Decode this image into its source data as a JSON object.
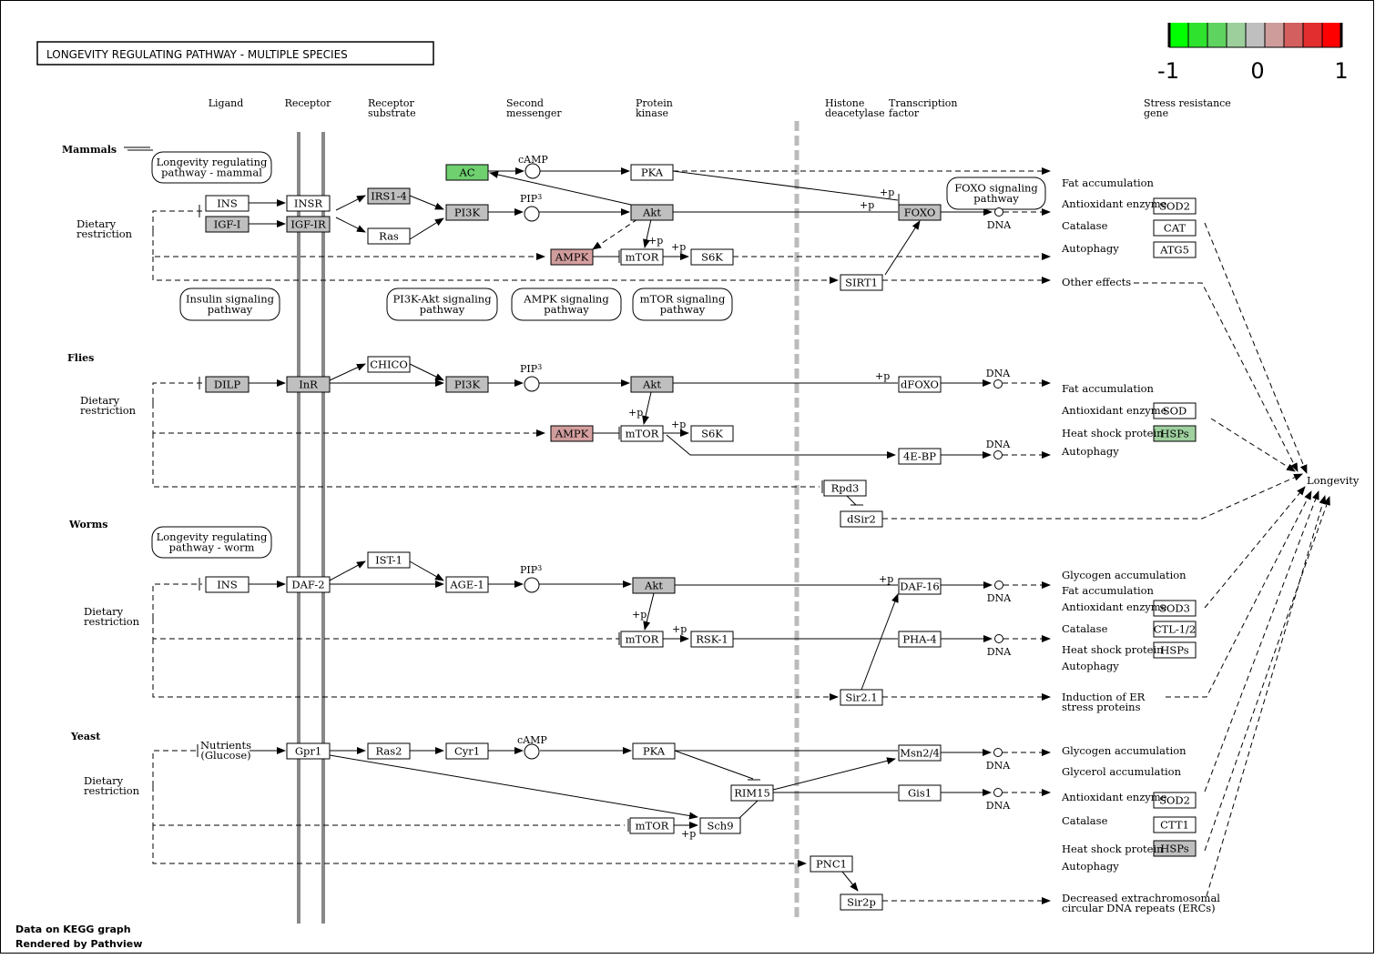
{
  "title": "LONGEVITY REGULATING  PATHWAY  -  MULTIPLE  SPECIES",
  "legend": {
    "labels": [
      "-1",
      "0",
      "1"
    ],
    "colors": [
      "#00ff00",
      "#2ee22e",
      "#5fd35f",
      "#9ccf9c",
      "#bfbfbf",
      "#cf9c9c",
      "#d35f5f",
      "#e22e2e",
      "#ff0000"
    ]
  },
  "footer": {
    "line1": "Data on KEGG graph",
    "line2": "Rendered by  Pathview"
  },
  "colors": {
    "gray": "#bfbfbf",
    "green_strong": "#6fd06f",
    "green_light": "#9fd09f",
    "ampk": "#cf9c9c"
  },
  "headers": [
    {
      "id": "h-ligand",
      "text": "Ligand"
    },
    {
      "id": "h-receptor",
      "text": "Receptor"
    },
    {
      "id": "h-rs1",
      "text": "Receptor"
    },
    {
      "id": "h-rs2",
      "text": "substrate"
    },
    {
      "id": "h-sm1",
      "text": "Second"
    },
    {
      "id": "h-sm2",
      "text": "messenger"
    },
    {
      "id": "h-pk1",
      "text": "Protein"
    },
    {
      "id": "h-pk2",
      "text": "kinase"
    },
    {
      "id": "h-hd1",
      "text": "Histone"
    },
    {
      "id": "h-hd2",
      "text": "deacetylase"
    },
    {
      "id": "h-tf1",
      "text": "Transcription"
    },
    {
      "id": "h-tf2",
      "text": "factor"
    },
    {
      "id": "h-sr1",
      "text": "Stress resistance"
    },
    {
      "id": "h-sr2",
      "text": "gene"
    }
  ],
  "species": {
    "mammals": "Mammals",
    "flies": "Flies",
    "worms": "Worms",
    "yeast": "Yeast"
  },
  "dietary_restriction": [
    "Dietary",
    "restriction"
  ],
  "pathway_links": {
    "lrp_mammal": [
      "Longevity regulating",
      "pathway - mammal"
    ],
    "lrp_worm": [
      "Longevity regulating",
      "pathway - worm"
    ],
    "insulin": [
      "Insulin signaling",
      "pathway"
    ],
    "pi3k": [
      "PI3K-Akt signaling",
      "pathway"
    ],
    "ampk": [
      "AMPK  signaling",
      "pathway"
    ],
    "mtor": [
      "mTOR signaling",
      "pathway"
    ],
    "foxo": [
      "FOXO signaling",
      "pathway"
    ]
  },
  "genes": {
    "m_ac": "AC",
    "m_pka": "PKA",
    "m_ins": "INS",
    "m_igf": "IGF-I",
    "m_insr": "INSR",
    "m_igfir": "IGF-IR",
    "m_irs": "IRS1-4",
    "m_ras": "Ras",
    "m_pi3k": "PI3K",
    "m_akt": "Akt",
    "m_foxo": "FOXO",
    "m_ampk": "AMPK",
    "m_mtor": "mTOR",
    "m_s6k": "S6K",
    "m_sirt1": "SIRT1",
    "m_sod2": "SOD2",
    "m_cat": "CAT",
    "m_atg5": "ATG5",
    "f_dilp": "DILP",
    "f_inr": "InR",
    "f_chico": "CHICO",
    "f_pi3k": "PI3K",
    "f_akt": "Akt",
    "f_dfoxo": "dFOXO",
    "f_ampk": "AMPK",
    "f_mtor": "mTOR",
    "f_s6k": "S6K",
    "f_4ebp": "4E-BP",
    "f_rpd3": "Rpd3",
    "f_dsir2": "dSir2",
    "f_sod": "SOD",
    "f_hsps": "HSPs",
    "w_ins": "INS",
    "w_daf2": "DAF-2",
    "w_ist1": "IST-1",
    "w_age1": "AGE-1",
    "w_akt": "Akt",
    "w_daf16": "DAF-16",
    "w_mtor": "mTOR",
    "w_rsk1": "RSK-1",
    "w_pha4": "PHA-4",
    "w_sir21": "Sir2.1",
    "w_sod3": "SOD3",
    "w_ctl": "CTL-1/2",
    "w_hsps": "HSPs",
    "y_gpr1": "Gpr1",
    "y_ras2": "Ras2",
    "y_cyr1": "Cyr1",
    "y_pka": "PKA",
    "y_msn24": "Msn2/4",
    "y_rim15": "RIM15",
    "y_gis1": "Gis1",
    "y_mtor": "mTOR",
    "y_sch9": "Sch9",
    "y_pnc1": "PNC1",
    "y_sir2p": "Sir2p",
    "y_sod2": "SOD2",
    "y_ctt1": "CTT1",
    "y_hsps": "HSPs"
  },
  "compounds": {
    "camp": "cAMP",
    "pip3": "PIP",
    "pip3_sub": "3",
    "dna": "DNA",
    "nutrients": [
      "Nutrients",
      "(Glucose)"
    ]
  },
  "outcomes": {
    "m_fat": "Fat accumulation",
    "m_antiox": "Antioxidant enzyme",
    "m_catalase": "Catalase",
    "m_autophagy": "Autophagy",
    "m_other": "Other effects",
    "f_fat": "Fat accumulation",
    "f_antiox": "Antioxidant enzyme",
    "f_heat": "Heat shock protein",
    "f_autophagy": "Autophagy",
    "w_glycogen": "Glycogen accumulation",
    "w_fat": "Fat accumulation",
    "w_antiox": "Antioxidant enzyme",
    "w_catalase": "Catalase",
    "w_heat": "Heat shock protein",
    "w_autophagy": "Autophagy",
    "w_er": [
      "Induction of ER",
      "stress proteins"
    ],
    "y_glycogen": "Glycogen accumulation",
    "y_glycerol": "Glycerol accumulation",
    "y_antiox": "Antioxidant enzyme",
    "y_catalase": "Catalase",
    "y_heat": "Heat shock protein",
    "y_autophagy": "Autophagy",
    "y_ercs": [
      "Decreased extrachromosomal",
      "circular DNA repeats (ERCs)"
    ],
    "longevity": "Longevity"
  },
  "plus_p": "+p"
}
